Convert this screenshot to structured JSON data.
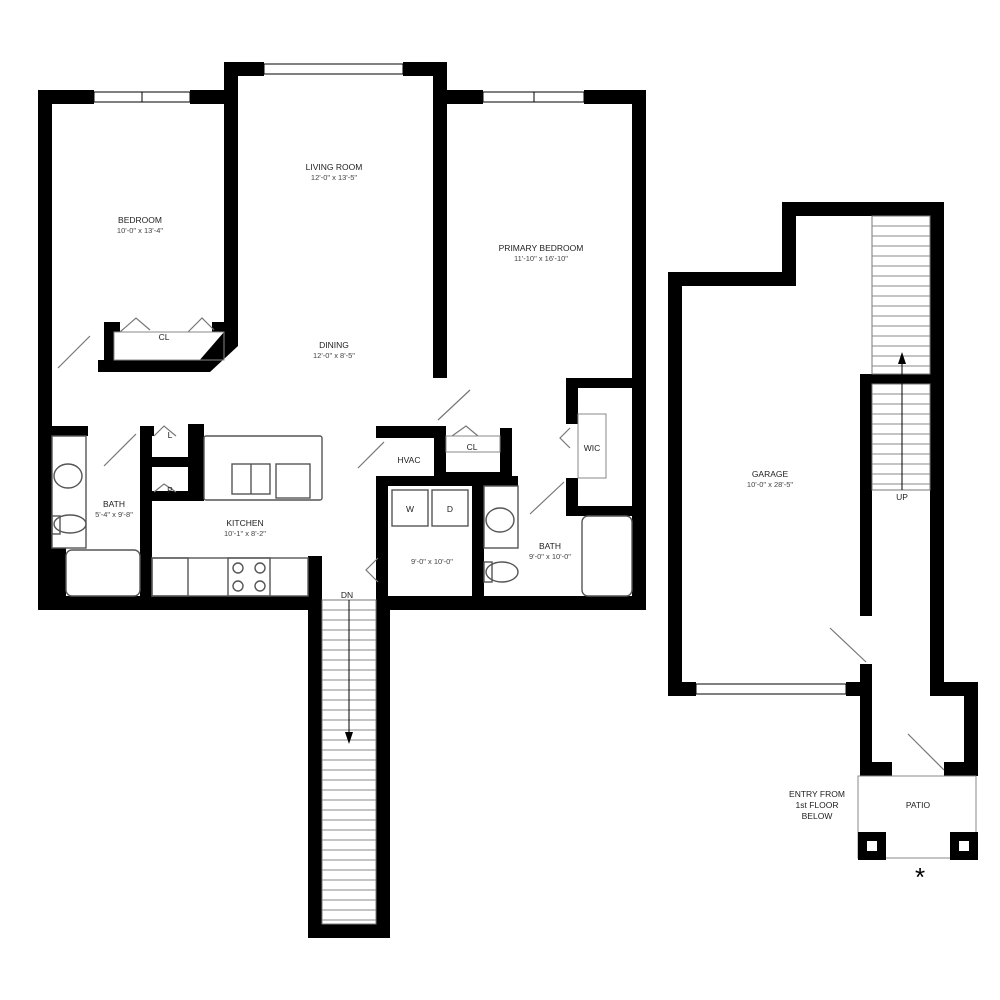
{
  "rooms": {
    "bedroom": {
      "name": "BEDROOM",
      "dim": "10'-0\" x 13'-4\""
    },
    "living": {
      "name": "LIVING ROOM",
      "dim": "12'-0\" x 13'-5\""
    },
    "primary": {
      "name": "PRIMARY BEDROOM",
      "dim": "11'-10\" x 16'-10\""
    },
    "dining": {
      "name": "DINING",
      "dim": "12'-0\" x 8'-5\""
    },
    "kitchen": {
      "name": "KITCHEN",
      "dim": "10'-1\" x 8'-2\""
    },
    "bath1": {
      "name": "BATH",
      "dim": "5'-4\" x 9'-8\""
    },
    "bath2": {
      "name": "BATH",
      "dim": "9'-0\" x 10'-0\""
    },
    "laundry": {
      "dim": "9'-0\" x 10'-0\""
    },
    "garage": {
      "name": "GARAGE",
      "dim": "10'-0\" x 28'-5\""
    }
  },
  "labels": {
    "cl": "CL",
    "cl2": "CL",
    "wic": "WIC",
    "hvac": "HVAC",
    "washer": "W",
    "dryer": "D",
    "linen": "L",
    "pantry": "P",
    "dn": "DN",
    "up": "UP",
    "patio": "PATIO",
    "entry": [
      "ENTRY FROM",
      "1st FLOOR",
      "BELOW"
    ],
    "asterisk": "*"
  },
  "colors": {
    "wall": "#000000",
    "background": "#ffffff"
  }
}
